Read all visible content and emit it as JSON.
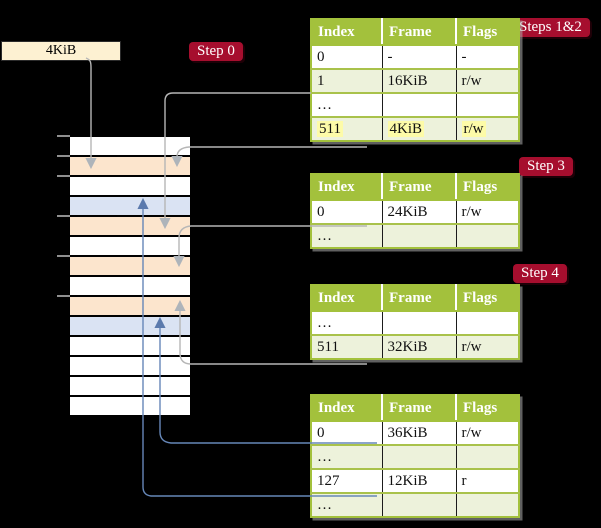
{
  "colors": {
    "background": "#000000",
    "table_header_green": "#a3c13c",
    "table_shaded_row": "#edf2db",
    "row_separator_olive": "#a9c24b",
    "highlight_yellow": "#fdfba8",
    "badge_red": "#a60e2e",
    "page_table_peach": "#fce5cd",
    "data_page_blue": "#dae3f3",
    "free_row_white": "#ffffff",
    "connector_gray": "#b6b6b6",
    "connector_blue": "#6687b8",
    "label_box_cream": "#fdf1d2"
  },
  "page_size_box": {
    "label": "4KiB"
  },
  "badges": {
    "step0": "Step 0",
    "steps12": "Steps 1&2",
    "step3": "Step 3",
    "step4": "Step 4"
  },
  "memory_strip": {
    "rows": [
      "free",
      "page_table",
      "free",
      "data_page",
      "page_table",
      "free",
      "page_table",
      "free",
      "page_table",
      "data_page",
      "free",
      "free",
      "free",
      "free"
    ],
    "tick_boundaries": [
      0,
      1,
      2,
      4,
      6,
      8
    ]
  },
  "tables": [
    {
      "id": "table-steps12",
      "columns": [
        "Index",
        "Frame",
        "Flags"
      ],
      "rows": [
        {
          "cells": [
            "0",
            "-",
            "-"
          ],
          "shaded": false,
          "highlighted": false
        },
        {
          "cells": [
            "1",
            "16KiB",
            "r/w"
          ],
          "shaded": true,
          "highlighted": false
        },
        {
          "cells": [
            "…",
            "",
            ""
          ],
          "shaded": false,
          "highlighted": false
        },
        {
          "cells": [
            "511",
            "4KiB",
            "r/w"
          ],
          "shaded": true,
          "highlighted": true
        }
      ]
    },
    {
      "id": "table-step3",
      "columns": [
        "Index",
        "Frame",
        "Flags"
      ],
      "rows": [
        {
          "cells": [
            "0",
            "24KiB",
            "r/w"
          ],
          "shaded": false,
          "highlighted": false
        },
        {
          "cells": [
            "…",
            "",
            ""
          ],
          "shaded": true,
          "highlighted": false
        }
      ]
    },
    {
      "id": "table-step4",
      "columns": [
        "Index",
        "Frame",
        "Flags"
      ],
      "rows": [
        {
          "cells": [
            "…",
            "",
            ""
          ],
          "shaded": false,
          "highlighted": false
        },
        {
          "cells": [
            "511",
            "32KiB",
            "r/w"
          ],
          "shaded": true,
          "highlighted": false
        }
      ]
    },
    {
      "id": "table-final",
      "columns": [
        "Index",
        "Frame",
        "Flags"
      ],
      "rows": [
        {
          "cells": [
            "0",
            "36KiB",
            "r/w"
          ],
          "shaded": false,
          "highlighted": false
        },
        {
          "cells": [
            "…",
            "",
            ""
          ],
          "shaded": true,
          "highlighted": false
        },
        {
          "cells": [
            "127",
            "12KiB",
            "r"
          ],
          "shaded": false,
          "highlighted": false
        },
        {
          "cells": [
            "…",
            "",
            ""
          ],
          "shaded": true,
          "highlighted": false
        }
      ]
    }
  ]
}
